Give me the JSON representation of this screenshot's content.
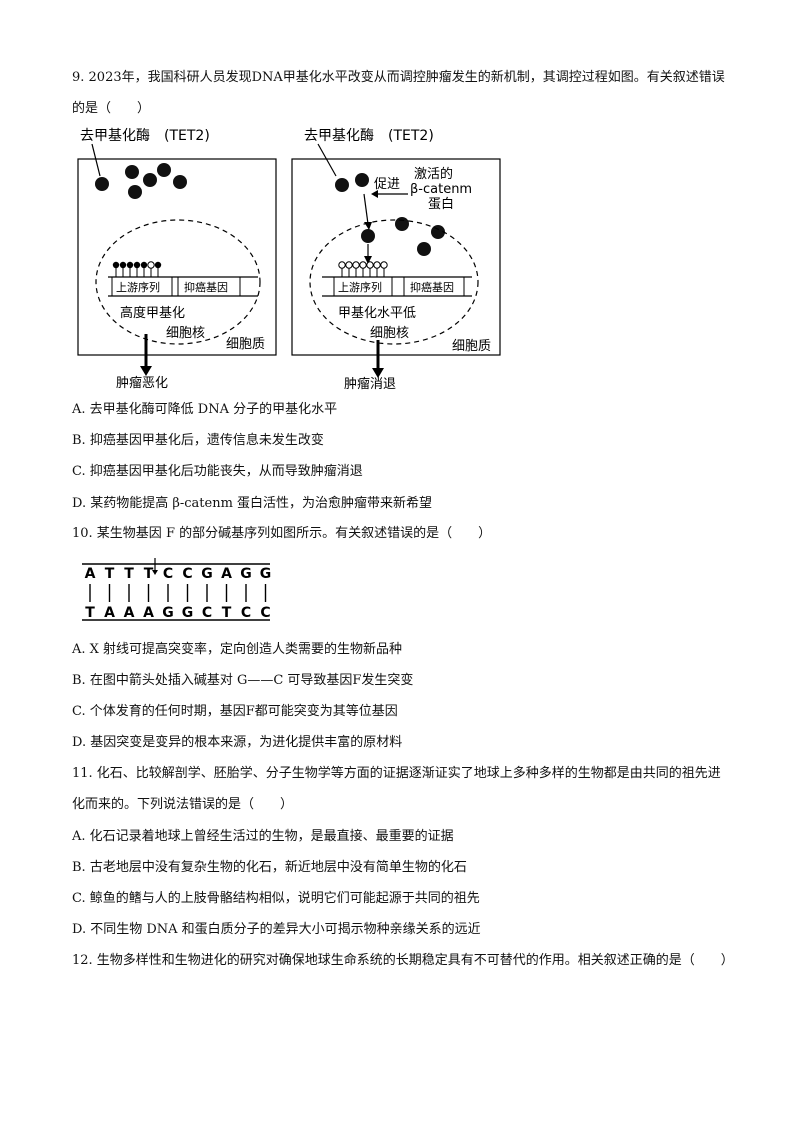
{
  "q9": {
    "stem": "9. 2023年，我国科研人员发现DNA甲基化水平改变从而调控肿瘤发生的新机制，其调控过程如图。有关叙述错误的是（　　）",
    "figure": {
      "left_title": "去甲基化酶　(TET2)",
      "right_title": "去甲基化酶　(TET2)",
      "upstream": "上游序列",
      "gene": "抑癌基因",
      "left_state": "高度甲基化",
      "right_state": "甲基化水平低",
      "nucleus": "细胞核",
      "cytoplasm": "细胞质",
      "left_result": "肿瘤恶化",
      "right_result": "肿瘤消退",
      "promote": "促进",
      "activated_line1": "激活的",
      "activated_line2": "β-catenm",
      "activated_line3": "蛋白"
    },
    "options": [
      "A. 去甲基化酶可降低 DNA 分子的甲基化水平",
      "B. 抑癌基因甲基化后，遗传信息未发生改变",
      "C. 抑癌基因甲基化后功能丧失，从而导致肿瘤消退",
      "D. 某药物能提高 β-catenm 蛋白活性，为治愈肿瘤带来新希望"
    ]
  },
  "q10": {
    "stem": "10. 某生物基因 F 的部分碱基序列如图所示。有关叙述错误的是（　　）",
    "top_strand": [
      "A",
      "T",
      "T",
      "T",
      "C",
      "C",
      "G",
      "A",
      "G",
      "G"
    ],
    "bottom_strand": [
      "T",
      "A",
      "A",
      "A",
      "G",
      "G",
      "C",
      "T",
      "C",
      "C"
    ],
    "options": [
      "A. X 射线可提高突变率，定向创造人类需要的生物新品种",
      "B. 在图中箭头处插入碱基对 G——C 可导致基因F发生突变",
      "C. 个体发育的任何时期，基因F都可能突变为其等位基因",
      "D. 基因突变是变异的根本来源，为进化提供丰富的原材料"
    ]
  },
  "q11": {
    "stem": "11. 化石、比较解剖学、胚胎学、分子生物学等方面的证据逐渐证实了地球上多种多样的生物都是由共同的祖先进化而来的。下列说法错误的是（　　）",
    "options": [
      "A. 化石记录着地球上曾经生活过的生物，是最直接、最重要的证据",
      "B. 古老地层中没有复杂生物的化石，新近地层中没有简单生物的化石",
      "C. 鲸鱼的鳍与人的上肢骨骼结构相似，说明它们可能起源于共同的祖先",
      "D. 不同生物 DNA 和蛋白质分子的差异大小可揭示物种亲缘关系的远近"
    ]
  },
  "q12": {
    "stem": "12. 生物多样性和生物进化的研究对确保地球生命系统的长期稳定具有不可替代的作用。相关叙述正确的是（　　）"
  }
}
